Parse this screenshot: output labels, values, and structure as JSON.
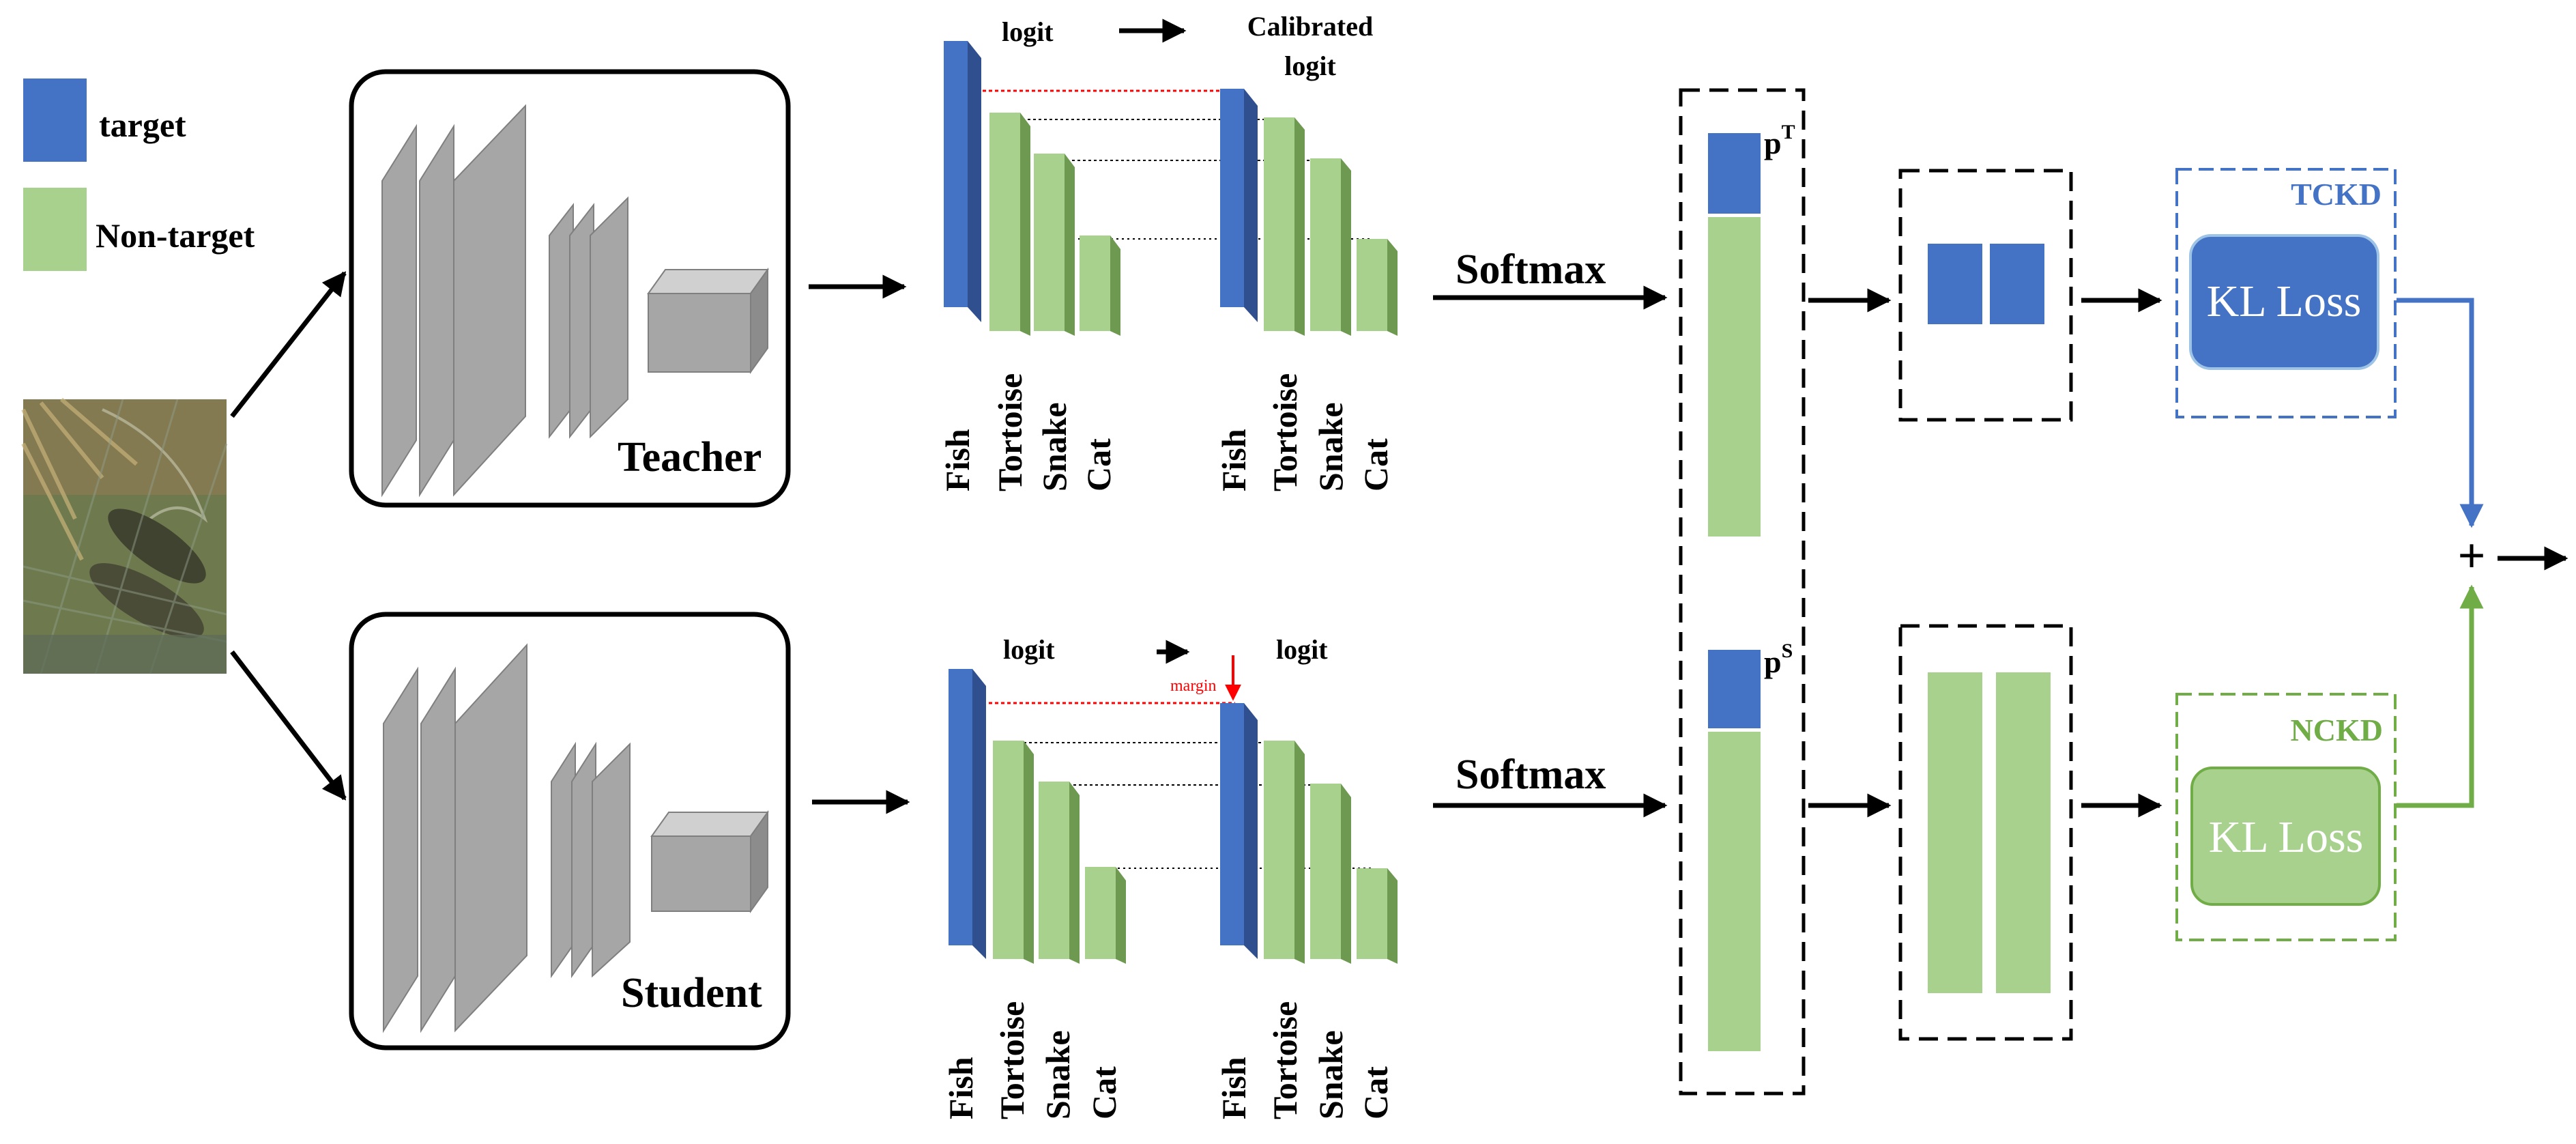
{
  "legend": {
    "target_label": "target",
    "nontarget_label": "Non-target"
  },
  "networks": {
    "teacher_label": "Teacher",
    "student_label": "Student"
  },
  "logits": {
    "top_left_title": "logit",
    "top_right_title_line1": "Calibrated",
    "top_right_title_line2": "logit",
    "bottom_left_title": "logit",
    "bottom_right_title": "logit",
    "margin_label": "margin",
    "classes": [
      "Fish",
      "Tortoise",
      "Snake",
      "Cat"
    ]
  },
  "softmax": {
    "top_label": "Softmax",
    "bottom_label": "Softmax"
  },
  "probabilities": {
    "teacher_label": "p",
    "teacher_sup": "T",
    "student_label": "p",
    "student_sup": "S"
  },
  "losses": {
    "tckd_label": "TCKD",
    "nckd_label": "NCKD",
    "kl_loss_label_top": "KL Loss",
    "kl_loss_label_bottom": "KL Loss",
    "sum_symbol": "+"
  },
  "colors": {
    "target": "#4472C4",
    "target_dark": "#2F4F8F",
    "nontarget": "#A9D18E",
    "nontarget_dark": "#6E9950",
    "gray": "#A6A6A6",
    "gray_dark": "#7F7F7F",
    "margin_red": "#FF0000",
    "tckd_blue": "#4472C4",
    "nckd_green": "#70AD47"
  }
}
